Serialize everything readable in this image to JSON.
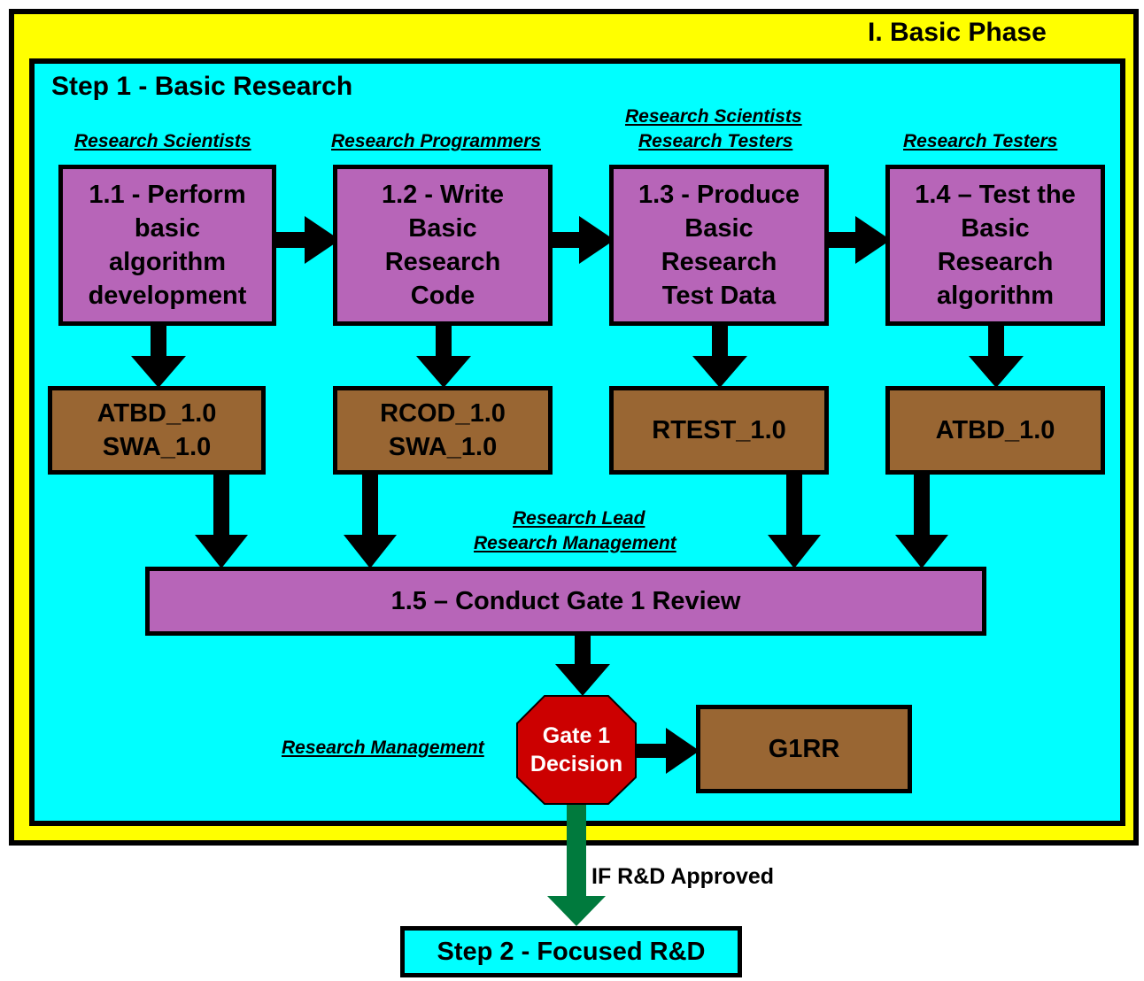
{
  "phase_title": "I.  Basic Phase",
  "step_title": "Step 1 - Basic Research",
  "roles": {
    "r1": "Research Scientists",
    "r2": "Research Programmers",
    "r3a": "Research Scientists",
    "r3b": "Research Testers",
    "r4": "Research Testers",
    "r5a": "Research Lead",
    "r5b": "Research Management",
    "gate": "Research Management"
  },
  "processes": {
    "p1": [
      "1.1 - Perform",
      "basic",
      "algorithm",
      "development"
    ],
    "p2": [
      "1.2 - Write",
      "Basic",
      "Research",
      "Code"
    ],
    "p3": [
      "1.3 - Produce",
      "Basic",
      "Research",
      "Test Data"
    ],
    "p4": [
      "1.4 – Test the",
      "Basic",
      "Research",
      "algorithm"
    ],
    "p5": "1.5 – Conduct Gate 1 Review"
  },
  "outputs": {
    "o1": [
      "ATBD_1.0",
      "SWA_1.0"
    ],
    "o2": [
      "RCOD_1.0",
      "SWA_1.0"
    ],
    "o3": [
      "RTEST_1.0"
    ],
    "o4": [
      "ATBD_1.0"
    ],
    "gate_output": "G1RR"
  },
  "gate": [
    "Gate 1",
    "Decision"
  ],
  "condition": "IF R&D Approved",
  "next_step": "Step 2 - Focused R&D",
  "colors": {
    "phase_bg": "#ffff00",
    "step_bg": "#00ffff",
    "process_fill": "#b765b8",
    "output_fill": "#996633",
    "gate_fill": "#cc0000",
    "approved_arrow": "#007a3d"
  }
}
